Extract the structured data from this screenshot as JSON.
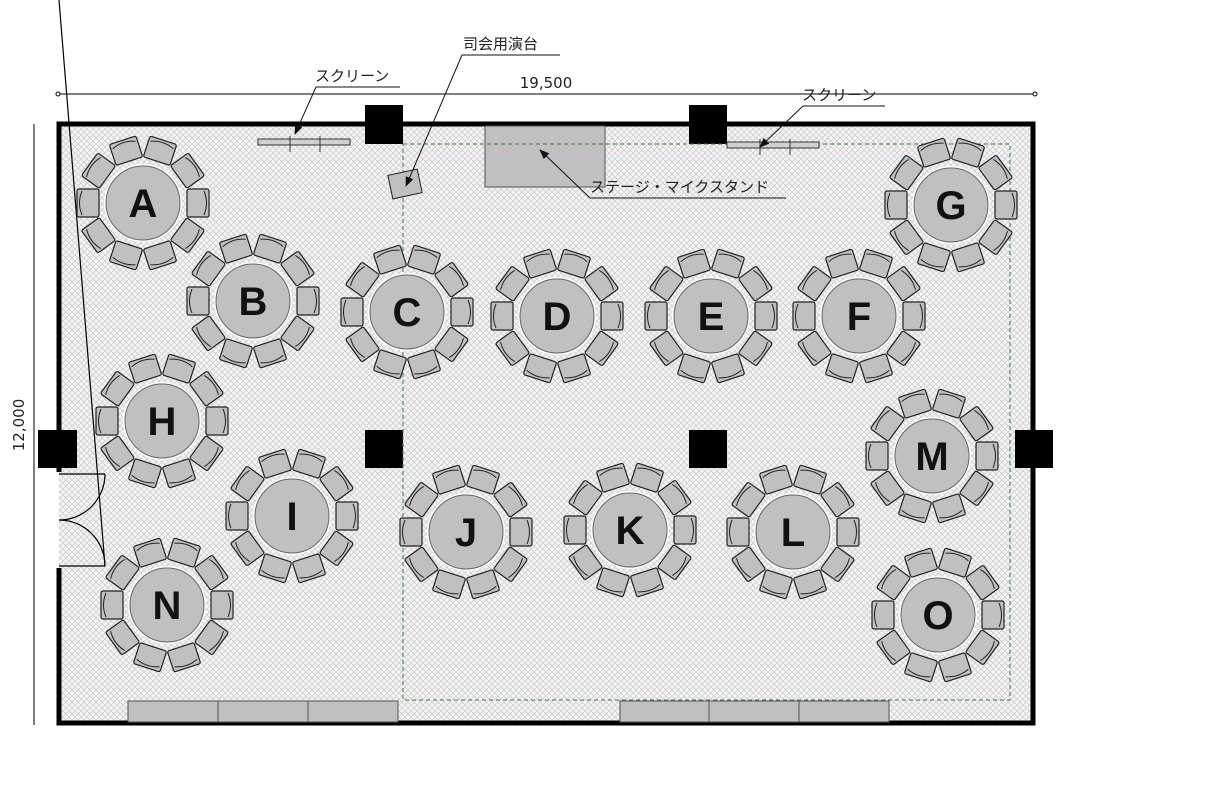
{
  "dimensions": {
    "width_label": "19,500",
    "height_label": "12,000"
  },
  "annotations": {
    "screen_left": "スクリーン",
    "screen_right": "スクリーン",
    "podium": "司会用演台",
    "stage": "ステージ・マイクスタンド"
  },
  "tables": [
    {
      "label": "A",
      "chairs": 10
    },
    {
      "label": "B",
      "chairs": 10
    },
    {
      "label": "C",
      "chairs": 10
    },
    {
      "label": "D",
      "chairs": 10
    },
    {
      "label": "E",
      "chairs": 10
    },
    {
      "label": "F",
      "chairs": 10
    },
    {
      "label": "G",
      "chairs": 10
    },
    {
      "label": "H",
      "chairs": 10
    },
    {
      "label": "I",
      "chairs": 10
    },
    {
      "label": "J",
      "chairs": 10
    },
    {
      "label": "K",
      "chairs": 10
    },
    {
      "label": "L",
      "chairs": 10
    },
    {
      "label": "M",
      "chairs": 10
    },
    {
      "label": "N",
      "chairs": 10
    },
    {
      "label": "O",
      "chairs": 10
    }
  ],
  "colors": {
    "floor": "#f2f2f2",
    "furniture": "#c0c0c0",
    "wall": "#000000",
    "guide": "#3a7a3a"
  }
}
